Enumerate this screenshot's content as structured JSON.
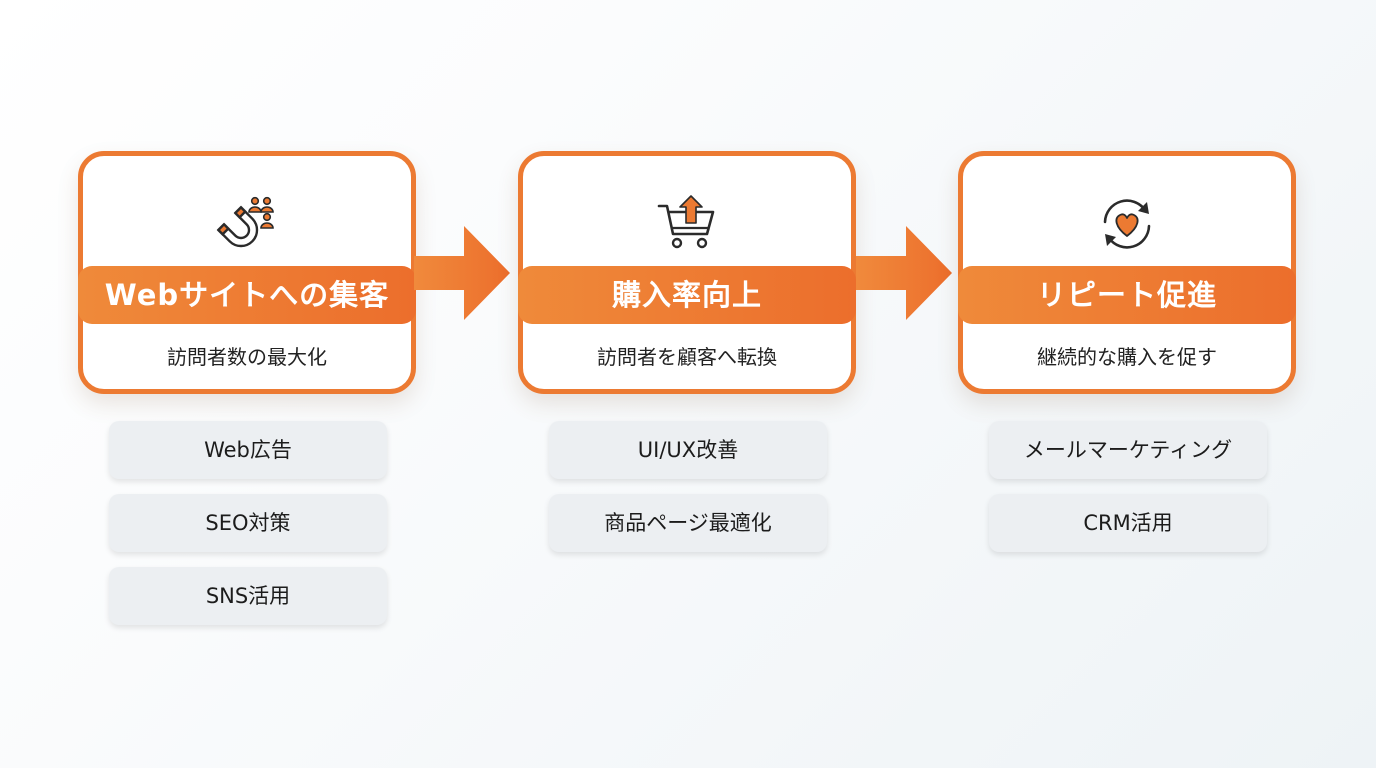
{
  "stages": [
    {
      "title": "Webサイトへの集客",
      "subtitle": "訪問者数の最大化",
      "icon": "magnet-attracting-people-icon",
      "items": [
        "Web広告",
        "SEO対策",
        "SNS活用"
      ]
    },
    {
      "title": "購入率向上",
      "subtitle": "訪問者を顧客へ転換",
      "icon": "shopping-cart-upload-icon",
      "items": [
        "UI/UX改善",
        "商品ページ最適化"
      ]
    },
    {
      "title": "リピート促進",
      "subtitle": "継続的な購入を促す",
      "icon": "heart-cycle-icon",
      "items": [
        "メールマーケティング",
        "CRM活用"
      ]
    }
  ],
  "colors": {
    "accent": "#ec7a32",
    "accent_dark": "#ec6e2c",
    "pill_bg": "#eceff2",
    "text": "#222222"
  }
}
